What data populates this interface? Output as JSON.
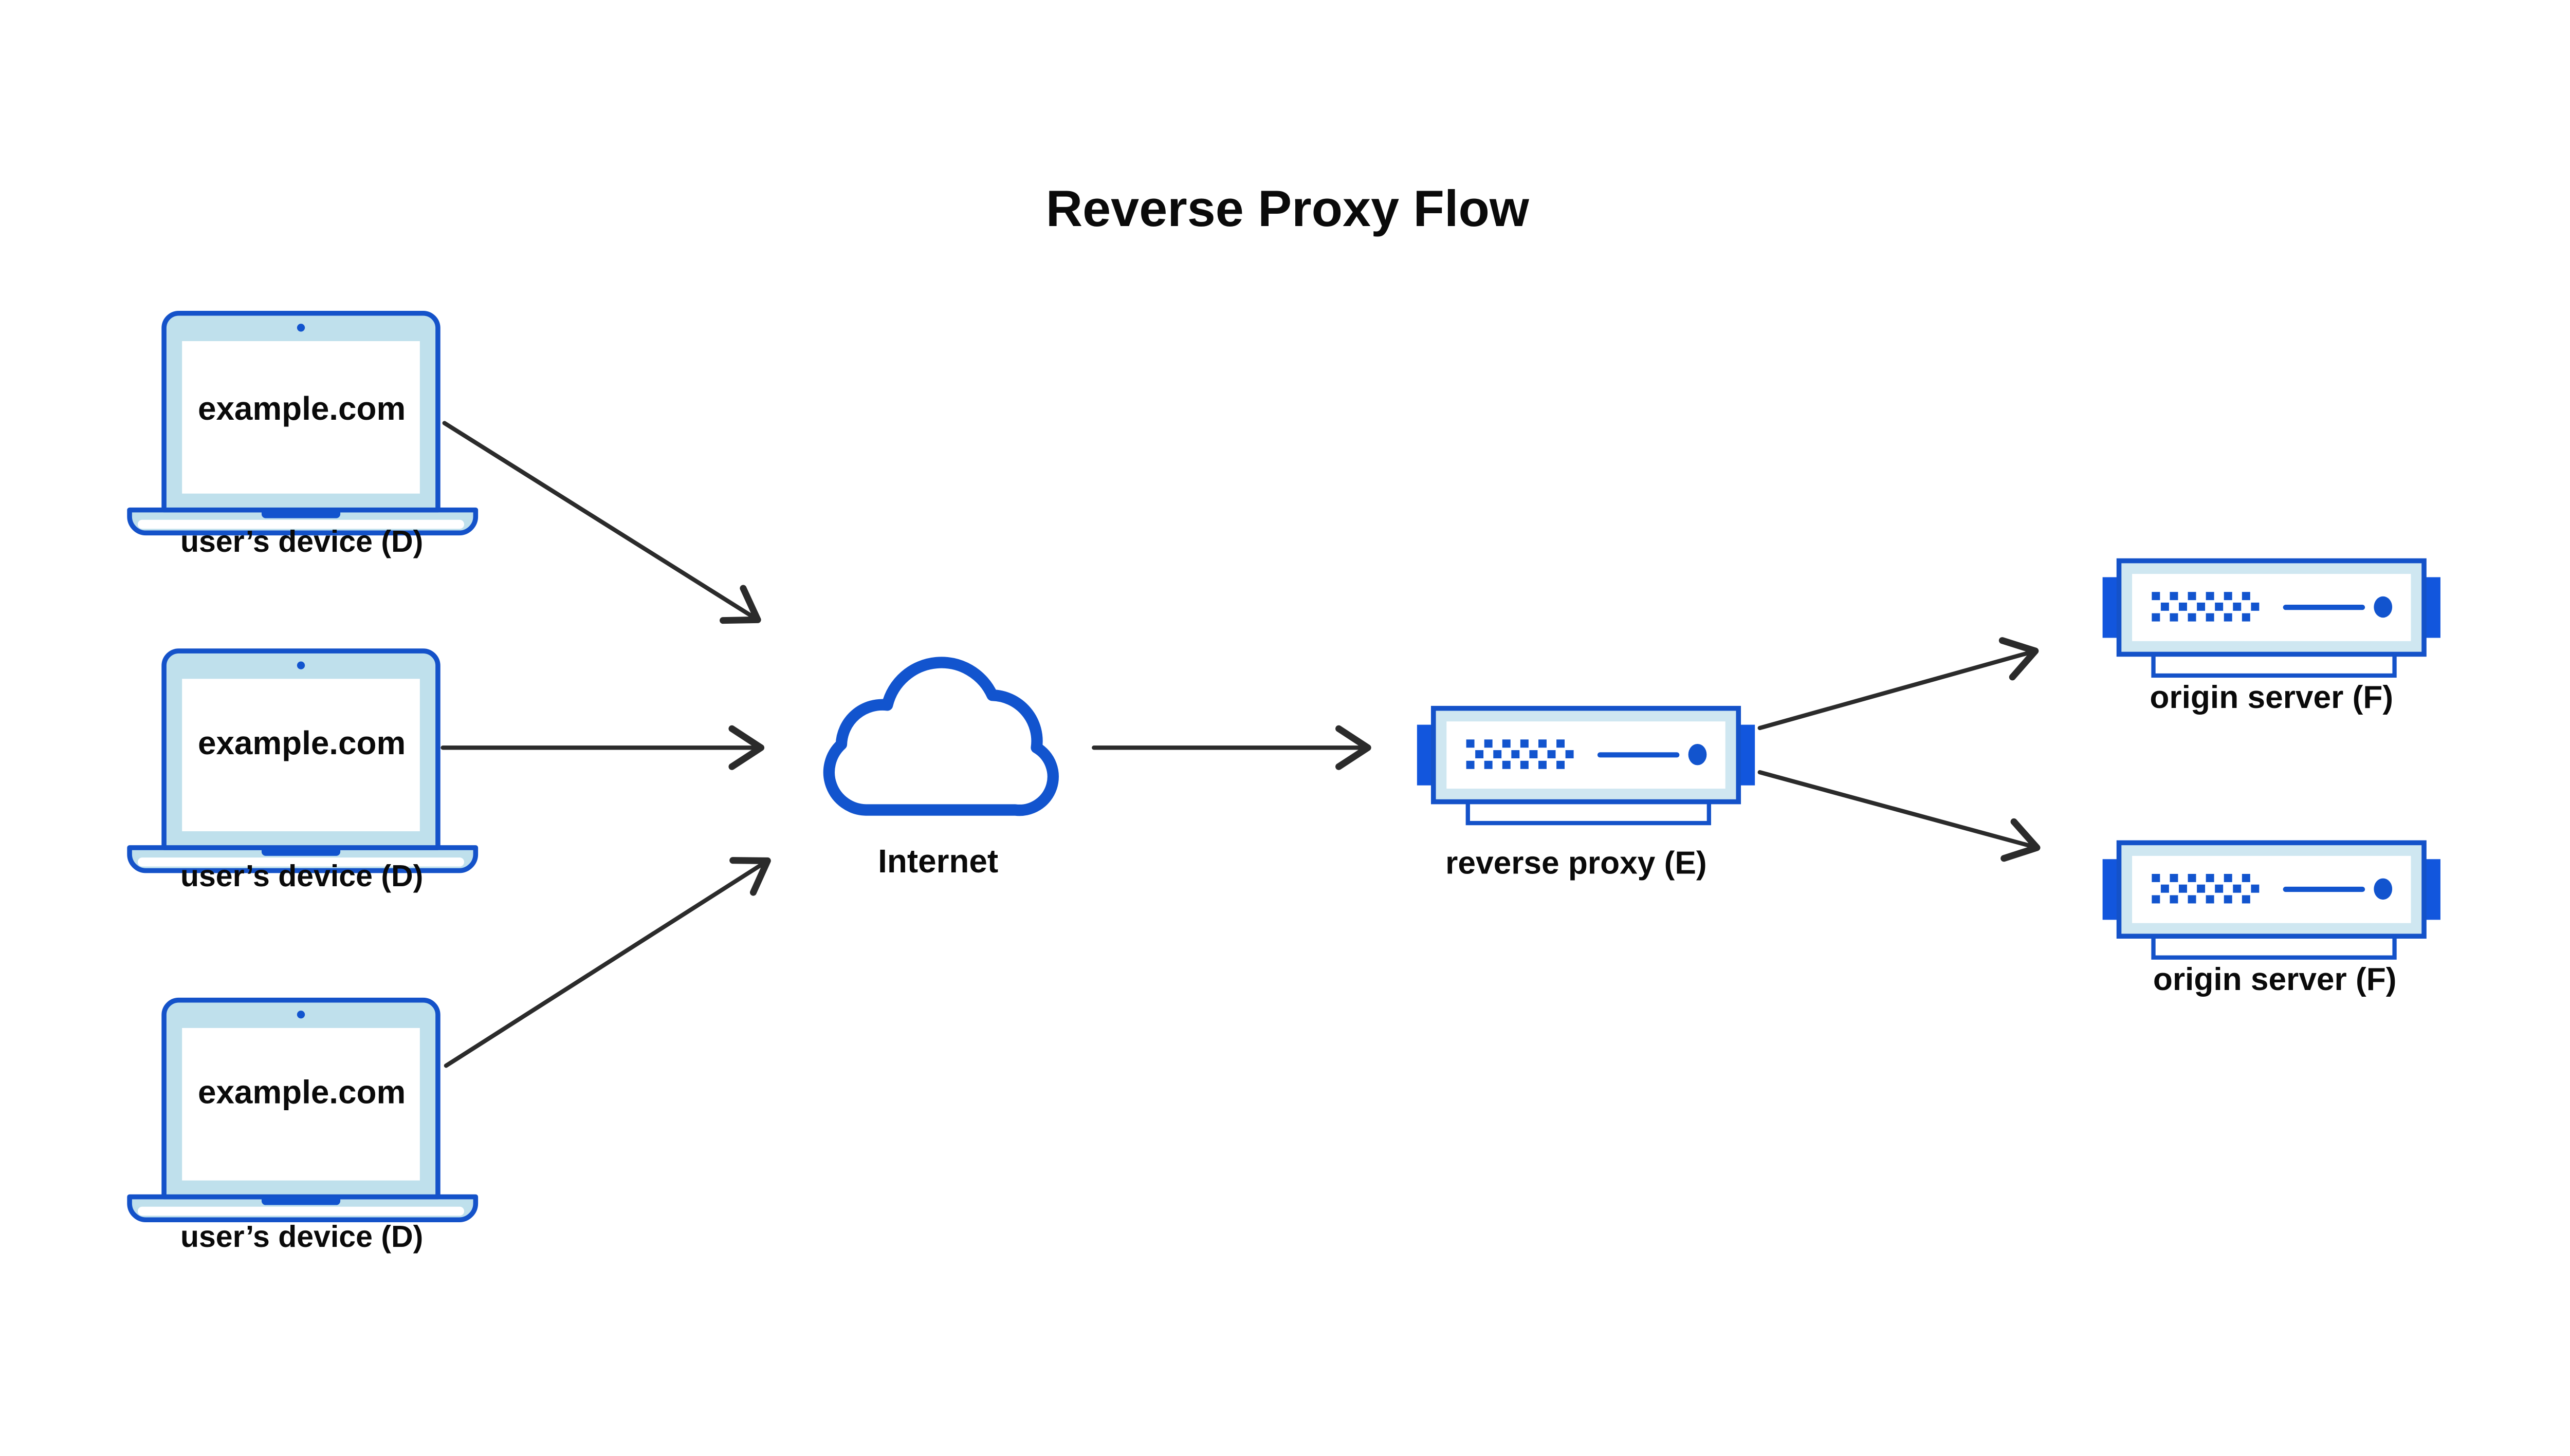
{
  "title": "Reverse Proxy Flow",
  "devices": [
    {
      "screen_text": "example.com",
      "label": "user’s device (D)"
    },
    {
      "screen_text": "example.com",
      "label": "user’s device (D)"
    },
    {
      "screen_text": "example.com",
      "label": "user’s device (D)"
    }
  ],
  "internet": {
    "label": "Internet"
  },
  "reverse_proxy": {
    "label": "reverse proxy (E)"
  },
  "origin_servers": [
    {
      "label": "origin server (F)"
    },
    {
      "label": "origin server (F)"
    }
  ],
  "icons": {
    "laptop": "laptop-icon",
    "cloud": "cloud-icon",
    "server": "server-icon",
    "arrow": "arrow-connector"
  },
  "colors": {
    "outline_blue": "#1452c9",
    "detail_blue": "#1254ce",
    "tab_blue": "#1256dd",
    "laptop_bezel_blue": "#bfe0ec",
    "server_bezel_blue": "#cfe7f1",
    "screen_white": "#ffffff",
    "arrow_dark": "#2b2b2b",
    "text_black": "#0a0a0a",
    "background": "#ffffff"
  }
}
